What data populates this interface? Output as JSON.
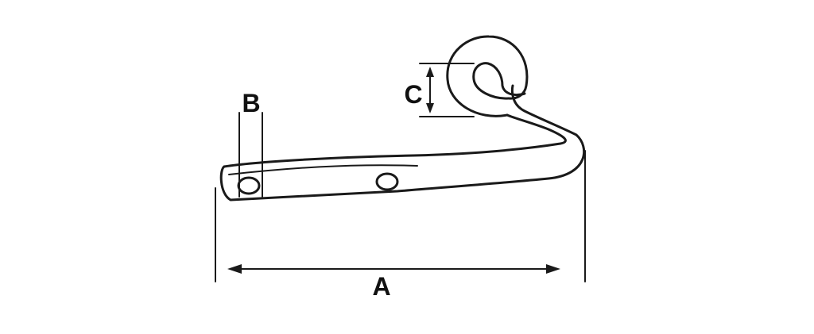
{
  "labels": {
    "a": "A",
    "b": "B",
    "c": "C"
  },
  "colors": {
    "line": "#1a1a1a",
    "background": "#ffffff"
  }
}
